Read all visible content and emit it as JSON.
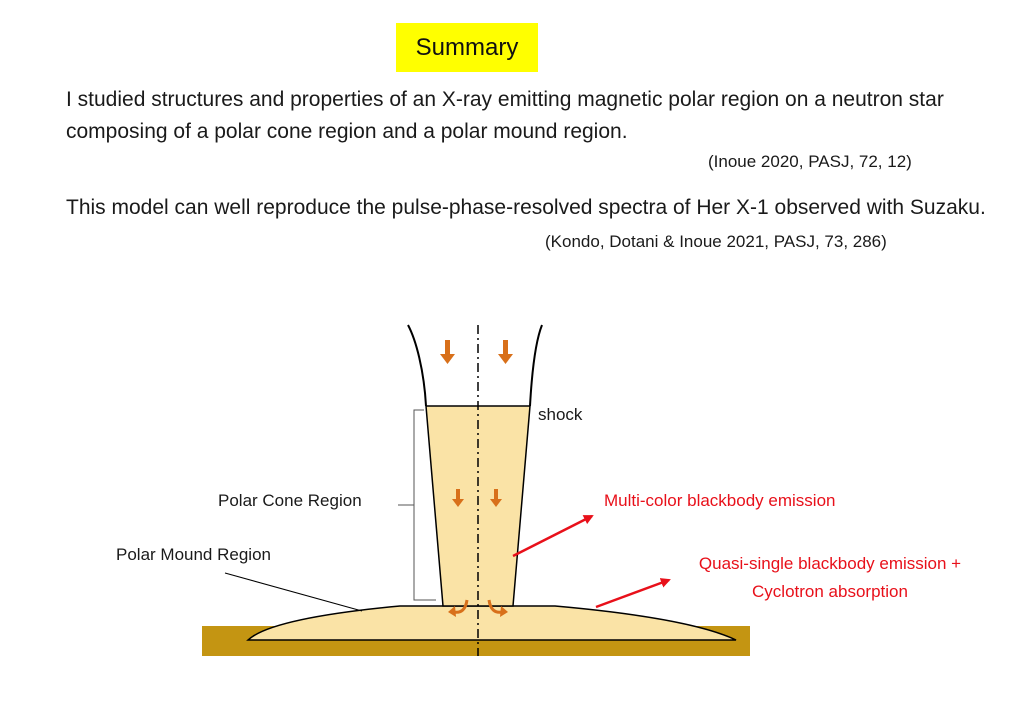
{
  "title": "Summary",
  "paragraphs": [
    {
      "text": "I studied structures and properties of an X-ray emitting magnetic polar region on a neutron star composing of a polar cone region and a polar mound region.",
      "citation": "(Inoue 2020, PASJ, 72, 12)"
    },
    {
      "text": "This model can well reproduce the pulse-phase-resolved spectra of Her X-1 observed with Suzaku.",
      "citation": "(Kondo, Dotani & Inoue 2021, PASJ, 73, 286)"
    }
  ],
  "diagram": {
    "labels": {
      "shock": "shock",
      "polar_cone": "Polar Cone Region",
      "polar_mound": "Polar Mound Region",
      "multicolor": "Multi-color blackbody emission",
      "quasi_single_line1": "Quasi-single blackbody emission +",
      "quasi_single_line2": "Cyclotron absorption"
    },
    "colors": {
      "cone_fill": "#fae3a6",
      "ground": "#c49512",
      "flow_arrow": "#d8701a",
      "emission_arrow": "#e8101a",
      "title_highlight": "#ffff00"
    }
  }
}
